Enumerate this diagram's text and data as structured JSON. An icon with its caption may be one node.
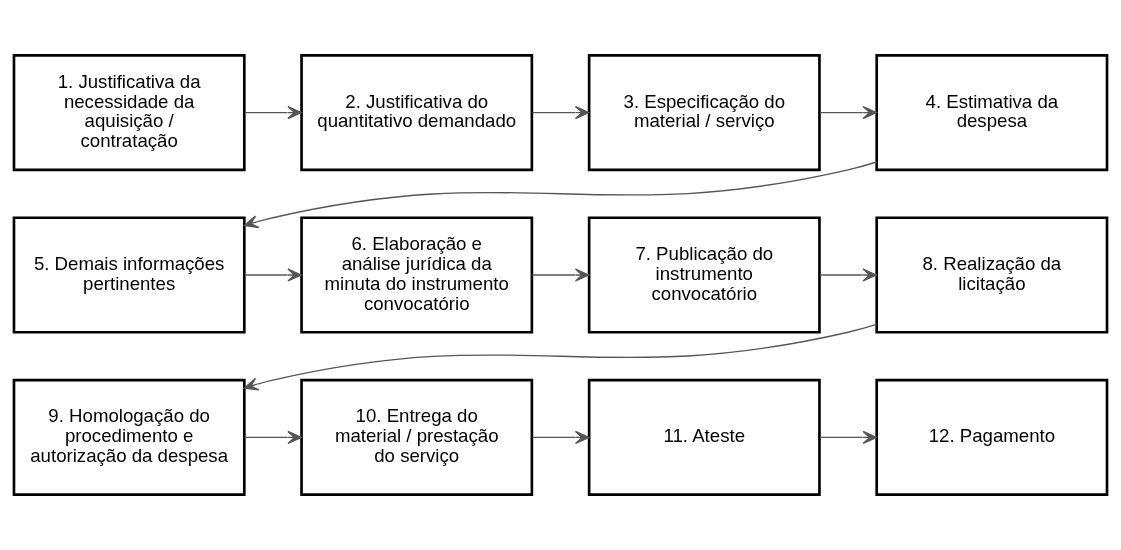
{
  "diagram": {
    "nodes": [
      {
        "text": [
          "1. Justificativa da necessidade da aquisição / contratação"
        ]
      },
      {
        "text": [
          "2. Justificativa do quantitativo demandado"
        ]
      },
      {
        "text": [
          "3. Especificação do material / serviço"
        ]
      },
      {
        "text": [
          "4. Estimativa da despesa"
        ]
      },
      {
        "text": [
          "5. Demais informações pertinentes"
        ]
      },
      {
        "text": [
          "6. Elaboração e análise jurídica da minuta do instrumento convocatório"
        ]
      },
      {
        "text": [
          "7. Publicação do instrumento convocatório"
        ]
      },
      {
        "text": [
          "8. Realização da licitação"
        ]
      },
      {
        "text": [
          "9. Homologação do procedimento e autorização da despesa"
        ]
      },
      {
        "text": [
          "10. Entrega do material / prestação do serviço"
        ]
      },
      {
        "text": [
          "11. Ateste"
        ]
      },
      {
        "text": [
          "12. Pagamento"
        ]
      }
    ],
    "edges": [
      {
        "from": 0,
        "to": 1,
        "arrow": "to"
      },
      {
        "from": 1,
        "to": 2,
        "arrow": "to"
      },
      {
        "from": 2,
        "to": 3,
        "arrow": "to"
      },
      {
        "from": 3,
        "to": 4,
        "arrow": "to"
      },
      {
        "from": 4,
        "to": 5,
        "arrow": "to"
      },
      {
        "from": 5,
        "to": 6,
        "arrow": "to"
      },
      {
        "from": 6,
        "to": 7,
        "arrow": "to"
      },
      {
        "from": 7,
        "to": 8,
        "arrow": "to"
      },
      {
        "from": 8,
        "to": 9,
        "arrow": "to"
      },
      {
        "from": 9,
        "to": 10,
        "arrow": "to"
      },
      {
        "from": 10,
        "to": 11,
        "arrow": "to"
      }
    ]
  }
}
